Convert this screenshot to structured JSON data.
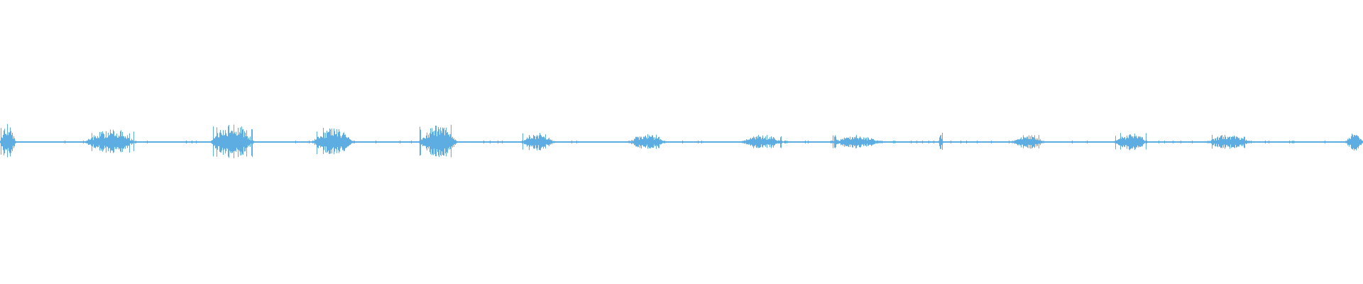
{
  "waveform": {
    "color": "#5dade2",
    "background": "#ffffff"
  },
  "chart_data": {
    "type": "area",
    "title": "",
    "xlabel": "",
    "ylabel": "",
    "ylim": [
      -1,
      1
    ],
    "grid": false,
    "legend": "none",
    "series": [
      {
        "peak_amplitudes": [
          0.11,
          0.08,
          0.12,
          0.09,
          0.11,
          0.06,
          0.05,
          0.045,
          0.045,
          0.06,
          0.05,
          0.06,
          0.05,
          0.06
        ]
      }
    ]
  }
}
